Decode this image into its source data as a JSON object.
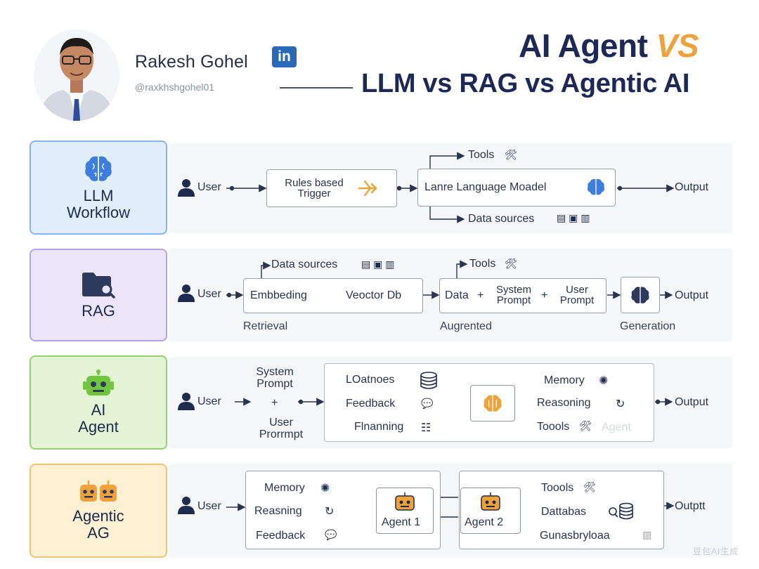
{
  "header": {
    "author_name": "Rakesh Gohel",
    "social_badge": "in",
    "handle": "@raxkhshgohel01",
    "title_line1_main": "AI Agent ",
    "title_line1_accent": "VS",
    "title_line2": "LLM vs RAG vs Agentic AI"
  },
  "rows": {
    "llm": {
      "label": "LLM\nWorkflow",
      "user": "User",
      "trigger": "Rules based\nTrigger",
      "model": "Lanre Language Moadel",
      "tools": "Tools",
      "data_sources": "Data sources",
      "output": "Output"
    },
    "rag": {
      "label": "RAG",
      "user": "User",
      "data_sources": "Data sources",
      "embedding": "Embbeding",
      "vector_db": "Veoctor Db",
      "tools": "Tools",
      "data": "Data",
      "plus1": "+",
      "system_prompt": "System\nPrompt",
      "plus2": "+",
      "user_prompt": "User\nPrompt",
      "output": "Output",
      "stage_retrieval": "Retrieval",
      "stage_augmented": "Augrented",
      "stage_generation": "Generation"
    },
    "agent": {
      "label": "AI\nAgent",
      "user": "User",
      "system_prompt": "System\nPrompt",
      "plus": "+",
      "user_prompt": "User\nProrrmpt",
      "databases": "LOatnoes",
      "feedback": "Feedback",
      "planning": "Flnanning",
      "memory": "Memory",
      "reasoning": "Reasoning",
      "tools": "Toools",
      "ghost": "Agent",
      "output": "Output"
    },
    "agentic": {
      "label": "Agentic\nAG",
      "user": "User",
      "memory": "Memory",
      "reasoning": "Reasning",
      "feedback": "Feedback",
      "agent1": "Agent 1",
      "agent2": "Agent 2",
      "tools": "Toools",
      "database": "Dattabas",
      "guard": "Gunasbryloaa",
      "output": "Outptt"
    }
  },
  "watermark": "豆包AI生成",
  "colors": {
    "navy": "#1d2b4f",
    "accent_orange": "#f0a13a",
    "llm_bg": "#e2eefc",
    "llm_border": "#86b4ee",
    "rag_bg": "#ece5fa",
    "rag_border": "#b6a2e6",
    "agent_bg": "#e4f5d6",
    "agent_border": "#97d073",
    "agentic_bg": "#fdf0d3",
    "agentic_border": "#efc473",
    "brain_blue": "#3d7de0",
    "robot_green": "#72c63c",
    "robot_orange": "#f0a13a"
  },
  "icons": [
    "linkedin-icon",
    "brain-icon",
    "folder-search-icon",
    "robot-icon",
    "robots-icon",
    "user-icon",
    "flow-arrows-icon",
    "tools-icon",
    "data-sources-icon",
    "database-icon",
    "feedback-icon",
    "planning-icon",
    "chip-icon",
    "refresh-icon"
  ]
}
